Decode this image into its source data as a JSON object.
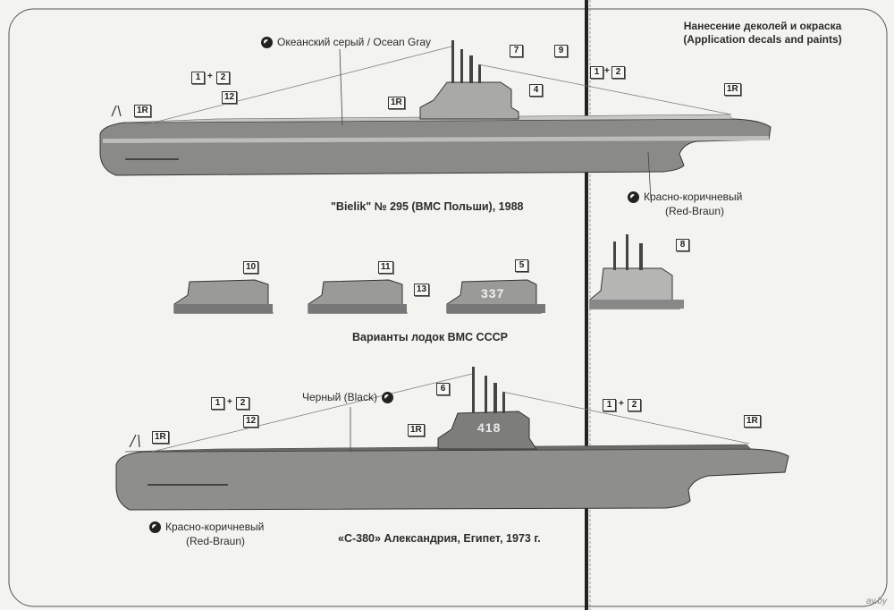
{
  "header": {
    "title_ru": "Нанесение деколей и окраска",
    "title_en": "(Application decals and paints)"
  },
  "boat1": {
    "caption": "\"Bielik\" № 295 (ВМС Польши), 1988",
    "paint_top": "Океанский серый / Ocean Gray",
    "paint_hull_ru": "Красно-коричневый",
    "paint_hull_en": "(Red-Braun)"
  },
  "variants": {
    "caption": "Варианты лодок ВМС СССР",
    "hull_number": "337"
  },
  "boat2": {
    "caption": "«С-380»  Александрия, Египет, 1973 г.",
    "paint_top": "Черный  (Black)",
    "paint_hull_ru": "Красно-коричневый",
    "paint_hull_en": "(Red-Braun)",
    "hull_number": "418"
  },
  "decal_numbers": {
    "n1": "1",
    "n2": "2",
    "n1r": "1R",
    "n4": "4",
    "n5": "5",
    "n6": "6",
    "n7": "7",
    "n8": "8",
    "n9": "9",
    "n10": "10",
    "n11": "11",
    "n12": "12",
    "n13": "13",
    "plus": "+"
  },
  "watermark": "ay.by"
}
